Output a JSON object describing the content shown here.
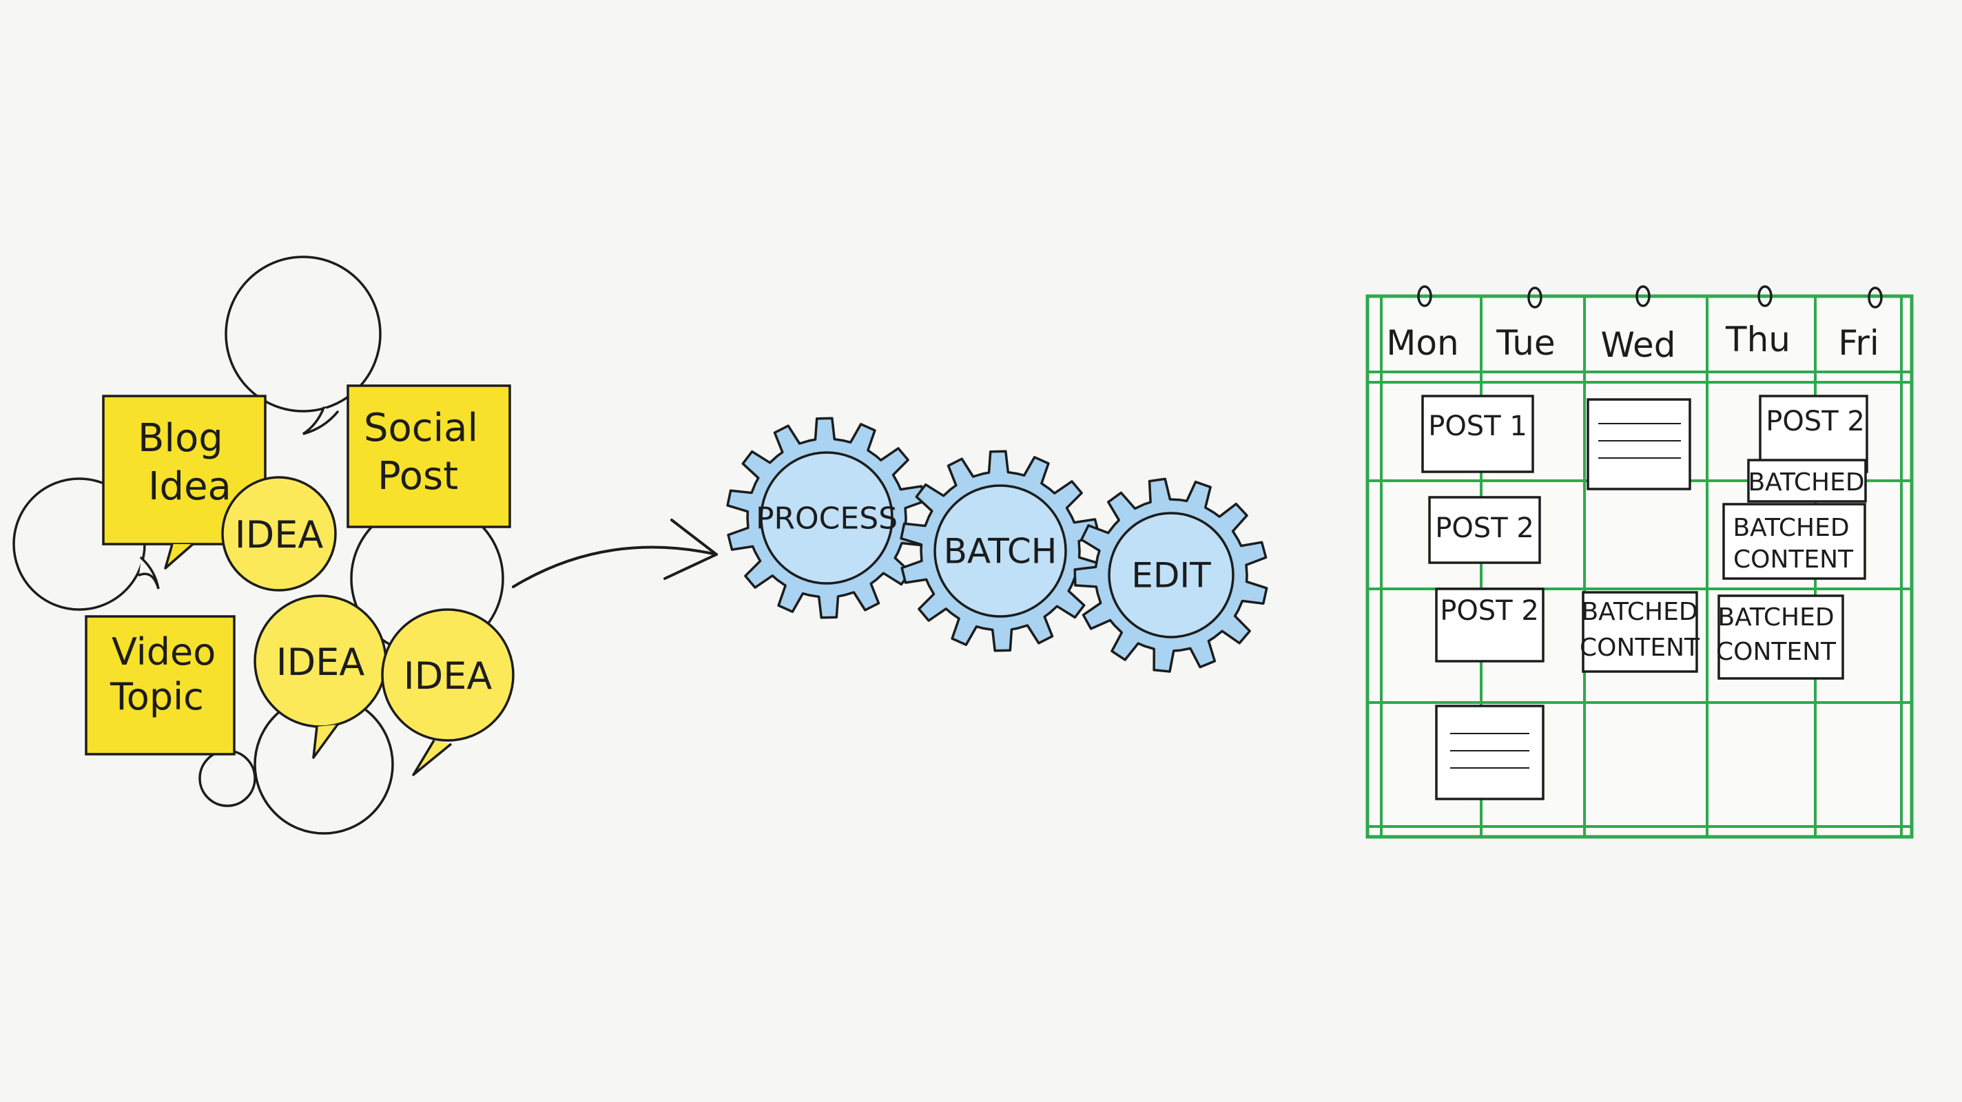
{
  "colors": {
    "paper": "#f6f6f4",
    "ink": "#1c1c1c",
    "sticky": "#f7e12a",
    "idea_fill": "#fbe95a",
    "gear": "#a9d3f0",
    "gear_inner": "#bfe0f6",
    "calendar_line": "#2fa84f",
    "card": "#ffffff"
  },
  "ideas": {
    "notes": [
      {
        "line1": "Blog",
        "line2": "Idea"
      },
      {
        "line1": "Social",
        "line2": "Post"
      },
      {
        "line1": "Video",
        "line2": "Topic"
      }
    ],
    "bubbles": [
      "IDEA",
      "IDEA",
      "IDEA"
    ]
  },
  "process": {
    "gears": [
      "PROCESS",
      "BATCH",
      "EDIT"
    ]
  },
  "calendar": {
    "days": [
      "Mon",
      "Tue",
      "Wed",
      "Thu",
      "Fri"
    ],
    "cards": {
      "post1": "POST 1",
      "post2_a": "POST 2",
      "post2_b": "POST 2",
      "post2_c": "POST 2",
      "batched_label": "BATCHED",
      "batched_content_a": {
        "line1": "BATCHED",
        "line2": "CONTENT"
      },
      "batched_content_b": {
        "line1": "BATCHED",
        "line2": "CONTENT"
      },
      "batched_content_c": {
        "line1": "BATCHED",
        "line2": "CONTENT"
      }
    }
  }
}
